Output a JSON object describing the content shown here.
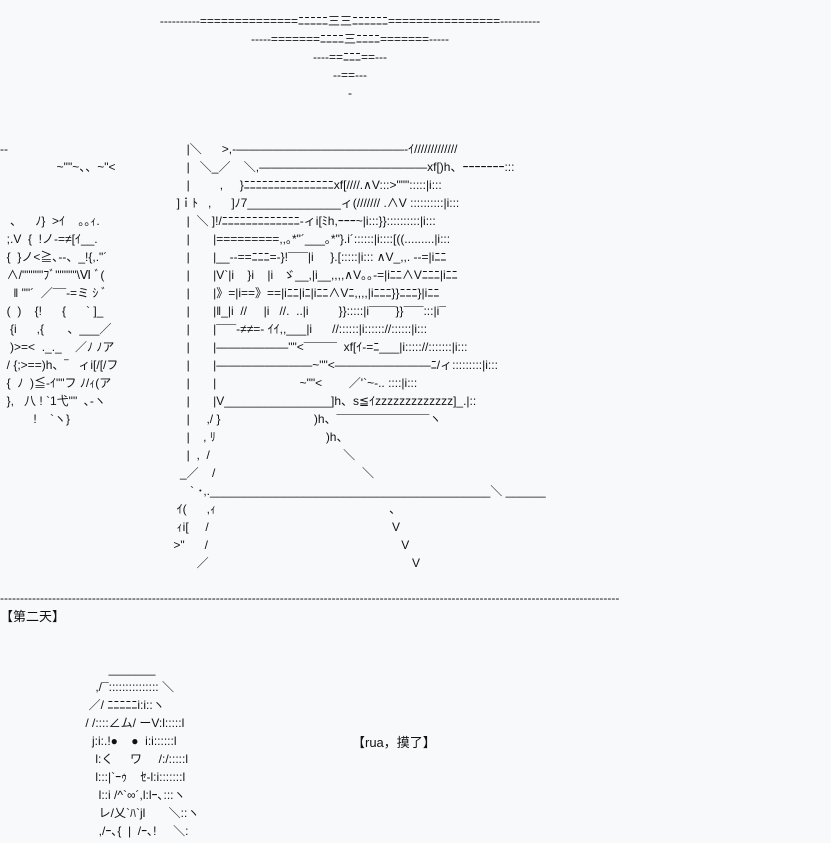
{
  "art": {
    "top": "----------==============ﾆﾆﾆﾆﾆ三三ﾆﾆﾆﾆﾆﾆ================----------\n-----=======ﾆﾆﾆﾆ三ﾆﾆﾆﾆ=======-----\n----==ﾆﾆﾆ==---\n--==---\n-",
    "left": "-‐\n                 ~\"\"~、、~\"<\n\n\n   、    ﾉ}  >ｲ    ｡｡ｨ.\n  ;.V  {  !ノ-=≠[ｲ__.\n  {  }ノ<≧､-‐、_!{,.\"´\n  ∧/\"\"\"\"\"ﾌﾞ\"\"\"\"\"\\Ⅵ ﾞ(\n    ‖ \"\"´  ／¯¯-=ミ ｼ ﾞ\n  (  )    {!      {      ` ]_\n   {i      ,{       、___／\n   )>=<  ._._    ／ﾉ ﾉア\n  / {;>==)h、‾   ィi[/[/フ\n  {  ﾉ  )≦-ｲ\"\"フ ﾉ/ｨ(ア\n  },   八 ! `1弋\"\"  ､-ヽ\n          !    `ヽ}",
    "scene": "     |＼      >,-――――――――――――――-ｲ/////////////\n     |   ＼_／    ＼,――――――――――――――xf[)h、ｰｰｰｰｰｰｰ:::\n     |         ,     }ﾆﾆﾆﾆﾆﾆﾆﾆﾆﾆﾆﾆﾆﾆﾆxf[////.∧V:::>\"\"\":::::|i:::\n  ]ｉﾄ   ,      ]ﾉ7______________ィ(/////// .∧V ::::::::::|i:::\n     |  ＼ ]!/ﾆﾆﾆﾆﾆﾆﾆﾆﾆﾆﾆﾆﾆ-ィi[ﾐh,ｰｰｰ~|i:::}}::::::::::|i:::\n     |       |=========,,｡*\"´___｡*\"}.i´::::::|i::::[((.........|i:::\n     |       |__--==ﾆﾆﾆ=-}!¯¯¯|i     }.[:::::|i::: ∧V_,,. --=|iﾆﾆ\n     |       |V`|i    }i    |i   ゞ__,|i__,,,,∧V｡｡-=|iﾆﾆ∧Vﾆﾆﾆ|iﾆﾆ\n     |       |》=|i==》==|iﾆﾆ|iﾆ|iﾆﾆ∧Vﾆ,,,,|iﾆﾆﾆ}}ﾆﾆﾆ}|iﾆﾆ\n     |       |‖_|i  //     |i   //.  ..|i         }}:::::|i¯¯¯¯}}¯¯¯:::|i¯\n     |       |¯¯¯-≠≠=- ｲｲ,,___|i      //::::::|i:::::://::::::|i:::\n     |       |――――――\"\"<¯¯¯¯¯  xf[ｲ-=ﾆ___|i::::://:::::::|i:::\n     |       |――――――――~\"\"<――――――――ﾆ/ィ:::::::::|i:::\n     |       |                         ~\"\"<        ／'`~-.. ::::|i:::\n     |       |V________________]h、s≦ｲzzzzzzzzzzzzz]_.|::\n     |     ,/ }                            )h、¯¯¯¯¯¯¯¯¯¯¯¯¯¯ヽ\n     |    , ﾘ                                 )h、\n     |  ,  /                                        ＼\n   _／    /                                            ＼\n      ` ･,.__________________________________________＼ ______\n  ｲ(      ,ｨ                                                    ､\n  ｨi[     /                                                       V\n >\"      /                                                          V\n        ／                                                             V",
    "girl": "        _______\n    ,/¯::::::::::::::: ＼\n  ／/ ﾆﾆﾆﾆﾆi:i::ヽ\n / /::::∠ム/ ーV:l:::::l\n   j:i:.!●    ●  i:i::::::l\n    l:く     ワ     /:/:::::l\n    l:::|`ｰｩ    ｾ-l:i:::::::l\n     l::i /^`∞´,l:lｰ､:::ヽ\n     レ/乂`ﾊ`jl       ＼::ヽ\n     ,/ｰ､{  |  /ｰ､!     ＼:"
  },
  "rule": "-----------------------------------------------------------------------------------------------------------------------------------------------------------",
  "day_label": "【第二天】",
  "caption": "【rua，摸了】"
}
